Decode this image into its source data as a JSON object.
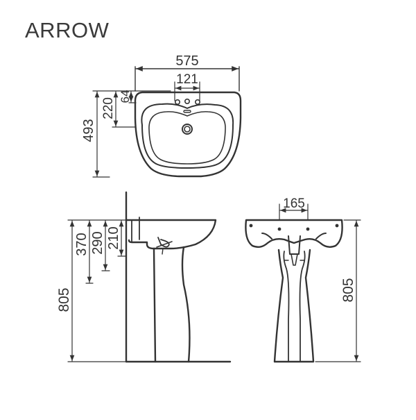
{
  "brand": "ARROW",
  "colors": {
    "line": "#333333",
    "text": "#3a3a3a",
    "background": "#ffffff"
  },
  "top_view": {
    "width": "575",
    "tap_spacing": "121",
    "overflow_offset": "64",
    "tap_to_back": "220",
    "depth": "493"
  },
  "side_view": {
    "rim_depth_1": "370",
    "rim_depth_2": "290",
    "rim_depth_3": "210",
    "height": "805"
  },
  "front_view": {
    "fixing_spacing": "165",
    "height": "805"
  }
}
